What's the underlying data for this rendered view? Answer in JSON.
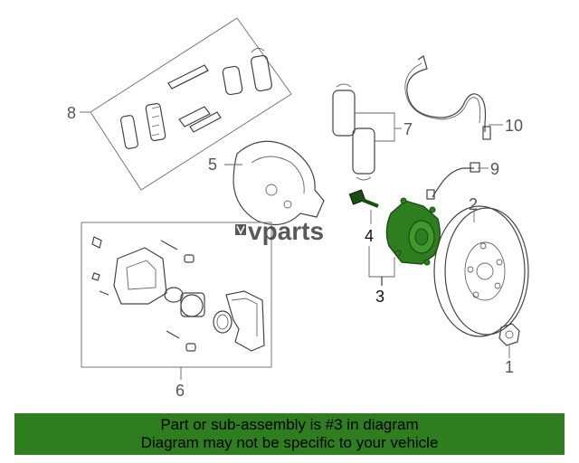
{
  "callouts": {
    "c1": "1",
    "c2": "2",
    "c3": "3",
    "c4": "4",
    "c5": "5",
    "c6": "6",
    "c7": "7",
    "c8": "8",
    "c9": "9",
    "c10": "10"
  },
  "watermark": "vparts",
  "banner": {
    "line1": "Part or sub-assembly is #3 in diagram",
    "line2": "Diagram may not be specific to your vehicle"
  },
  "colors": {
    "highlight_part": "#2e7d1f",
    "banner_bg": "#2e7d1f"
  }
}
